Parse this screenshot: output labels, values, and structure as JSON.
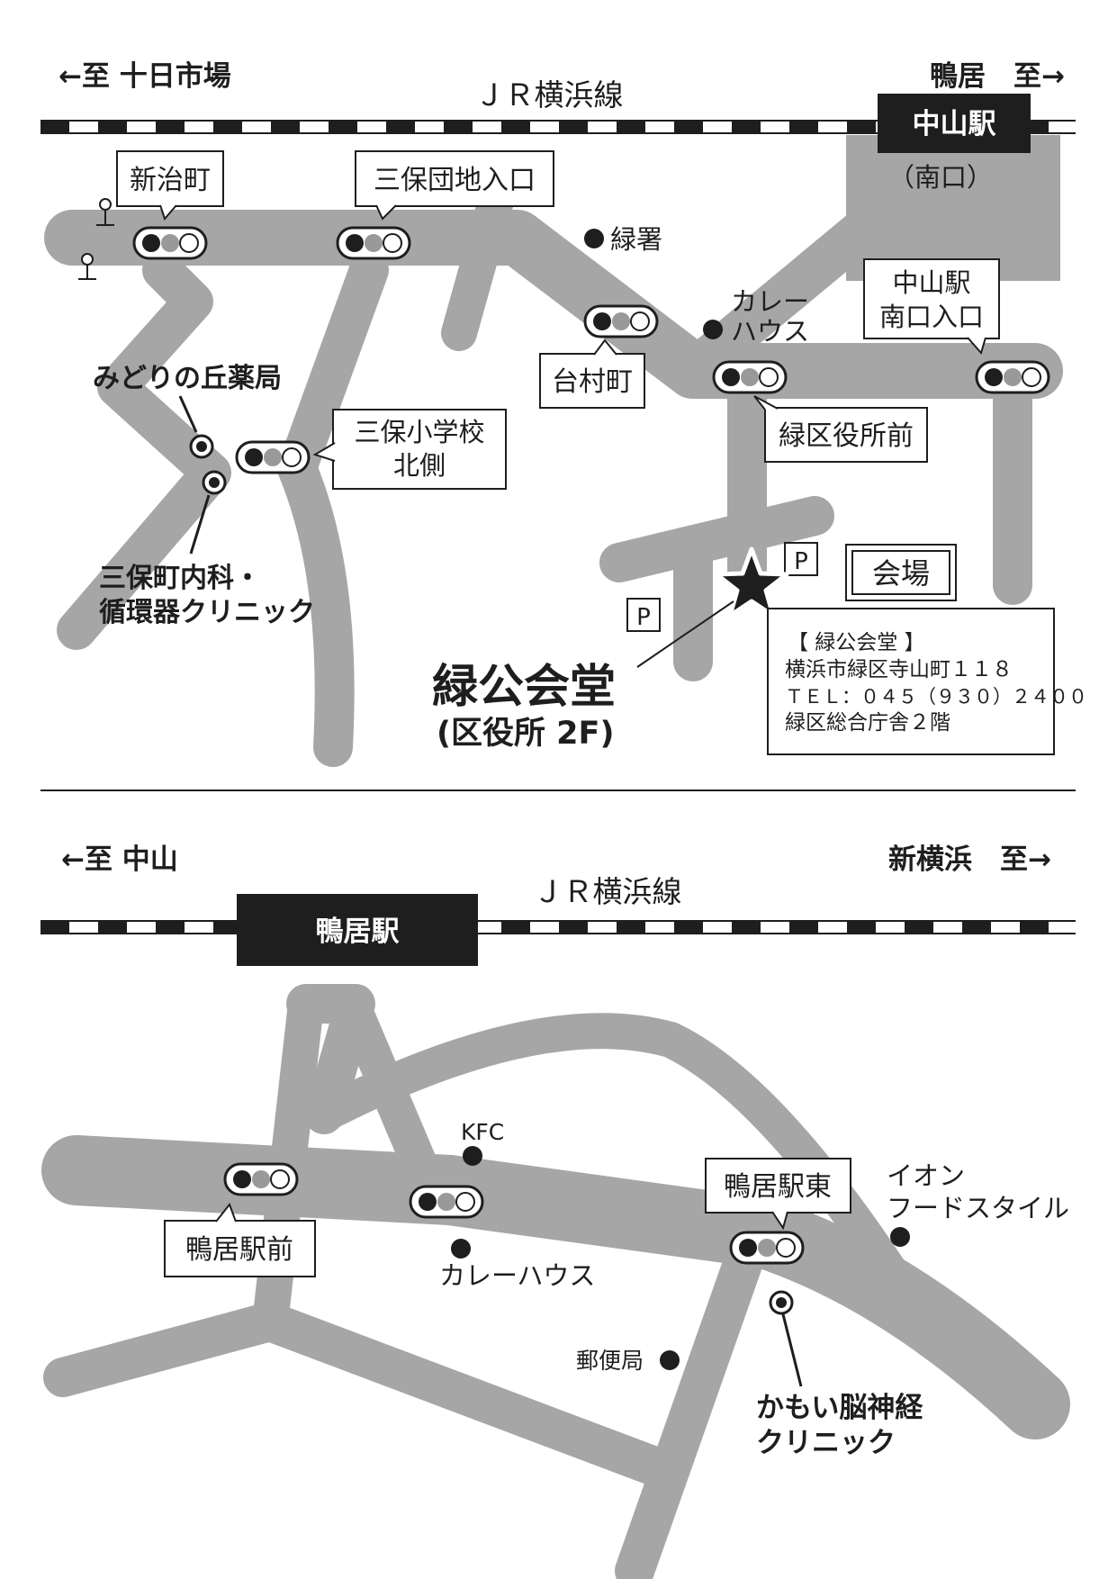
{
  "top_map": {
    "direction_left": "←至 十日市場",
    "direction_right": "鴨居　至→",
    "railway": "ＪＲ横浜線",
    "station": "中山駅",
    "station_exit": "（南口）",
    "signals": [
      {
        "label": "新治町"
      },
      {
        "label": "三保団地入口"
      },
      {
        "label": "台村町"
      },
      {
        "label": "緑区役所前"
      },
      {
        "label_line1": "中山駅",
        "label_line2": "南口入口"
      },
      {
        "label_line1": "三保小学校",
        "label_line2": "北側"
      }
    ],
    "landmarks": {
      "police": "緑署",
      "curry_line1": "カレー",
      "curry_line2": "ハウス",
      "pharmacy": "みどりの丘薬局",
      "clinic_line1": "三保町内科・",
      "clinic_line2": "循環器クリニック"
    },
    "parking_label": "P",
    "venue_badge": "会場",
    "venue_name": "緑公会堂",
    "venue_sub": "(区役所 2F)",
    "info_box": {
      "line1": "【 緑公会堂 】",
      "line2": "横浜市緑区寺山町１１８",
      "line3": "ＴＥＬ：０４５（９３０）２４００",
      "line4": "緑区総合庁舎２階"
    }
  },
  "bottom_map": {
    "direction_left": "←至 中山",
    "direction_right": "新横浜　至→",
    "railway": "ＪＲ横浜線",
    "station": "鴨居駅",
    "signals": [
      {
        "label": "鴨居駅前"
      },
      {
        "label": "鴨居駅東"
      }
    ],
    "landmarks": {
      "kfc": "KFC",
      "curry": "カレーハウス",
      "aeon_line1": "イオン",
      "aeon_line2": "フードスタイル",
      "post": "郵便局",
      "clinic_line1": "かもい脳神経",
      "clinic_line2": "クリニック"
    }
  },
  "colors": {
    "road": "#a6a6a6",
    "ink": "#1e1e1e",
    "signal_mid": "#999999"
  }
}
